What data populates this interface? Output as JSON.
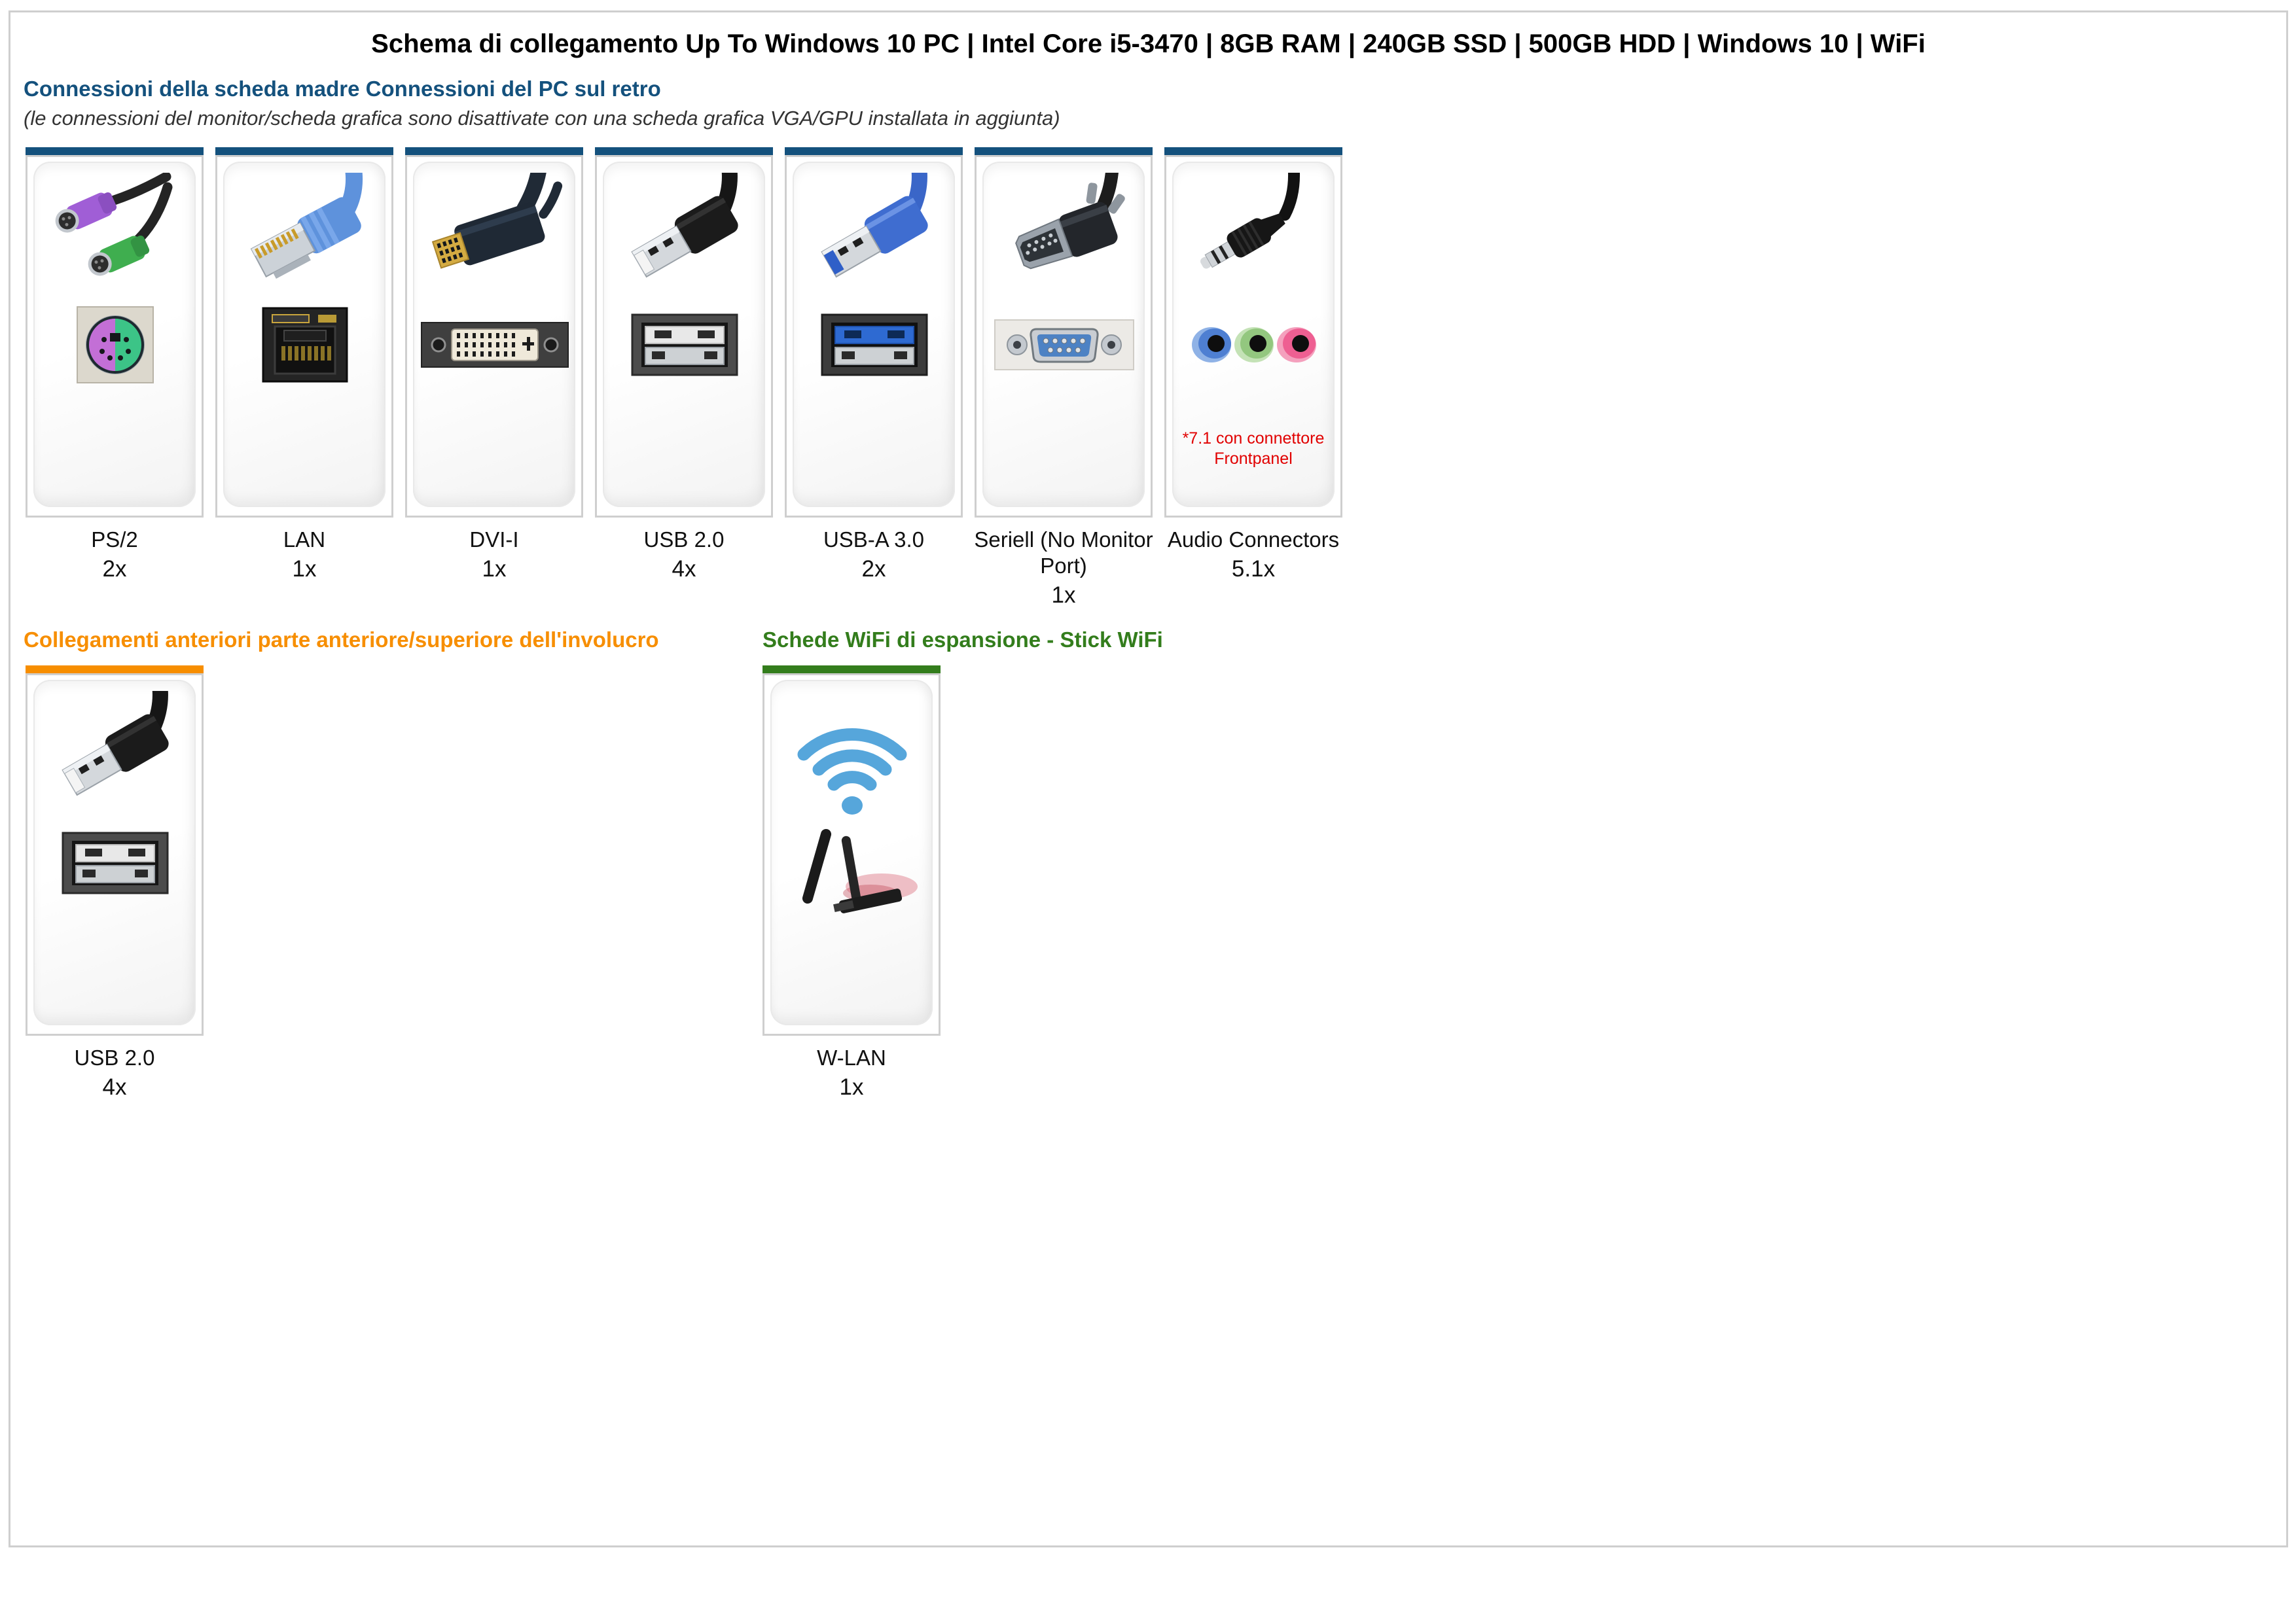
{
  "page": {
    "title": "Schema di collegamento Up To Windows 10 PC | Intel Core i5-3470 | 8GB RAM | 240GB SSD | 500GB HDD | Windows 10 | WiFi"
  },
  "sections": {
    "rear": {
      "heading": "Connessioni della scheda madre Connessioni del PC sul retro",
      "note": "(le connessioni del monitor/scheda grafica sono disattivate con una scheda grafica VGA/GPU installata in aggiunta)",
      "accent_color": "#14517d",
      "cards": [
        {
          "label": "PS/2",
          "count": "2x"
        },
        {
          "label": "LAN",
          "count": "1x"
        },
        {
          "label": "DVI-I",
          "count": "1x"
        },
        {
          "label": "USB 2.0",
          "count": "4x"
        },
        {
          "label": "USB-A 3.0",
          "count": "2x"
        },
        {
          "label": "Seriell (No Monitor Port)",
          "count": "1x"
        },
        {
          "label": "Audio Connectors",
          "count": "5.1x",
          "note_line1": "*7.1 con connettore",
          "note_line2": "Frontpanel",
          "note_color": "#e10000"
        }
      ]
    },
    "front": {
      "heading": "Collegamenti anteriori parte anteriore/superiore dell'involucro",
      "accent_color": "#f78e00",
      "cards": [
        {
          "label": "USB 2.0",
          "count": "4x"
        }
      ]
    },
    "wifi": {
      "heading": "Schede WiFi di espansione - Stick WiFi",
      "accent_color": "#337d1c",
      "cards": [
        {
          "label": "W-LAN",
          "count": "1x"
        }
      ]
    }
  }
}
